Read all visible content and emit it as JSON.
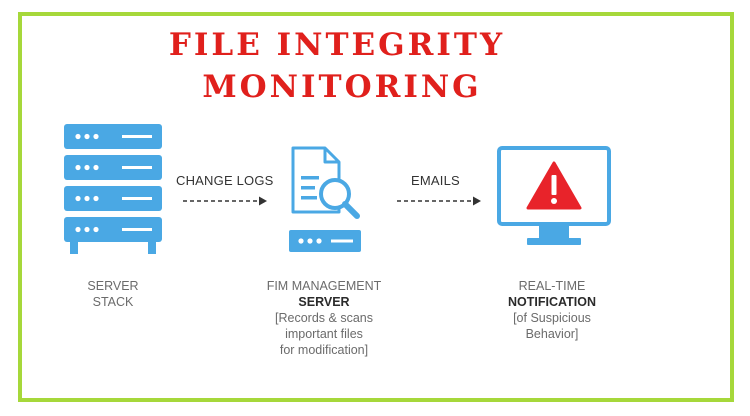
{
  "title": {
    "line1": "FILE INTEGRITY",
    "line2": "MONITORING"
  },
  "nodes": {
    "server_stack": {
      "line1": "SERVER",
      "line2": "STACK"
    },
    "fim_server": {
      "line1": "FIM MANAGEMENT",
      "line2": "SERVER",
      "line3": "[Records & scans",
      "line4": "important files",
      "line5": "for modification]"
    },
    "notification": {
      "line1": "REAL-TIME",
      "line2": "NOTIFICATION",
      "line3": "[of Suspicious",
      "line4": "Behavior]"
    }
  },
  "edges": {
    "change_logs": "CHANGE LOGS",
    "emails": "EMAILS"
  },
  "colors": {
    "accent_blue": "#4aa8e4",
    "title_red": "#e0201c",
    "frame_green": "#a6d83a",
    "alert_red": "#e8232a"
  }
}
